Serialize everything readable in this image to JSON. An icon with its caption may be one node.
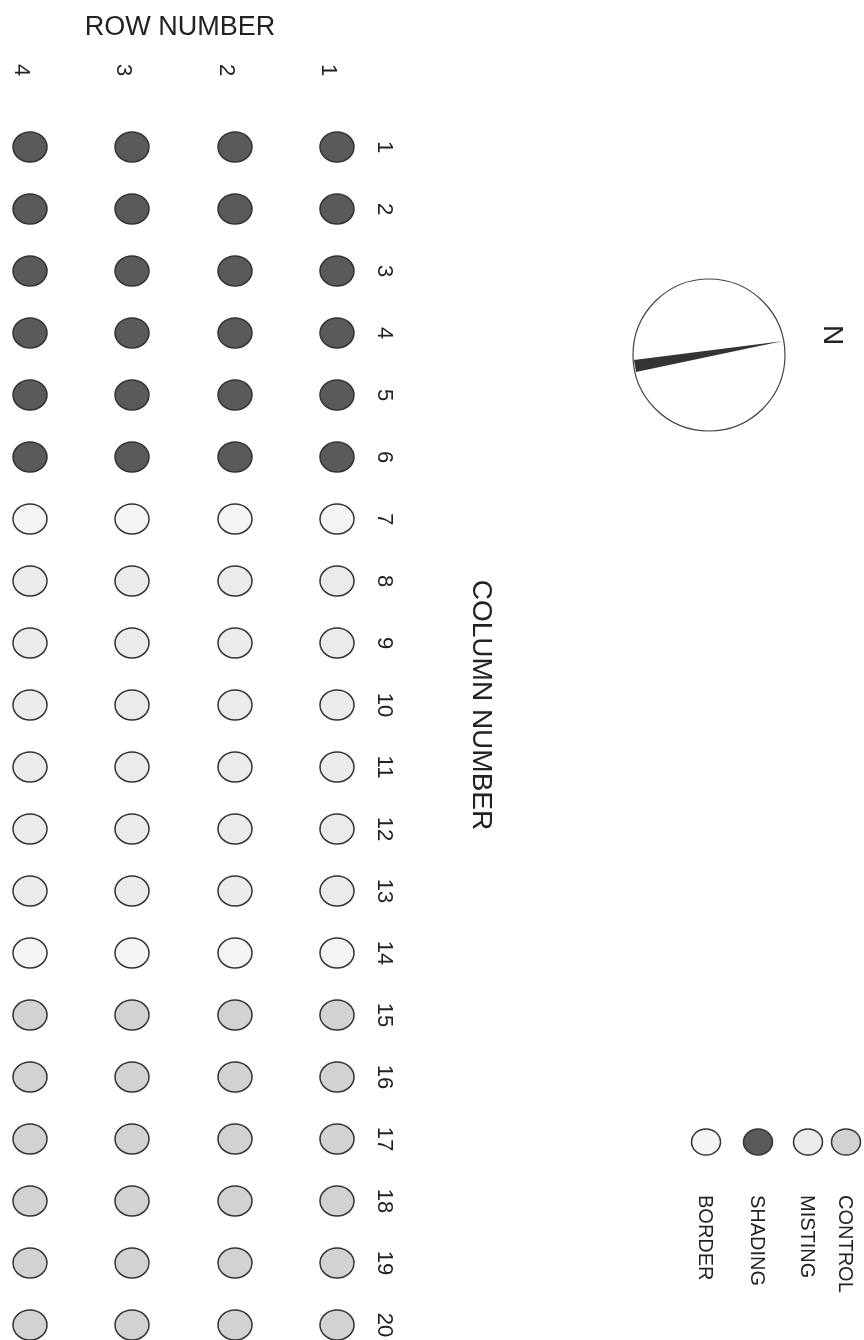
{
  "diagram": {
    "labels": [
      "ROW NUMBER",
      "4",
      "3",
      "2",
      "1",
      "1",
      "2",
      "3",
      "4",
      "5",
      "6",
      "7",
      "8",
      "9",
      "10",
      "11",
      "12",
      "13",
      "14",
      "15",
      "16",
      "17",
      "18",
      "19",
      "20",
      "N",
      "COLUMN NUMBER"
    ],
    "legend": [
      {
        "text": "BORDER",
        "color": "#f4f4f4"
      },
      {
        "text": "SHADING",
        "color": "#5a5a5a"
      },
      {
        "text": "MISTING",
        "color": "#ebebeb"
      },
      {
        "text": "CONTROL",
        "color": "#d2d2d2"
      }
    ]
  }
}
